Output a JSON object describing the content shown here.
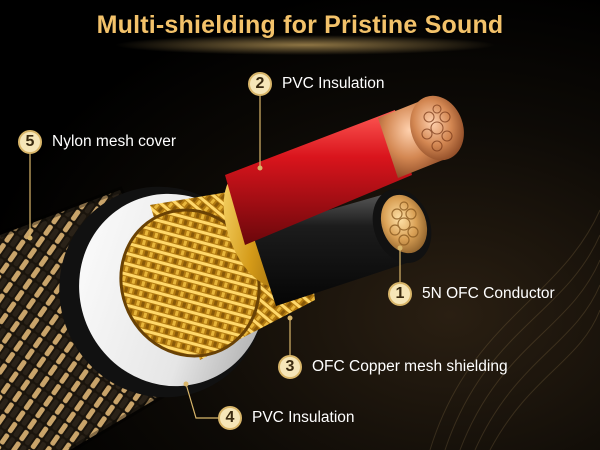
{
  "title": "Multi-shielding for Pristine Sound",
  "callouts": [
    {
      "number": "2",
      "label": "PVC Insulation"
    },
    {
      "number": "5",
      "label": "Nylon mesh cover"
    },
    {
      "number": "1",
      "label": "5N OFC Conductor"
    },
    {
      "number": "3",
      "label": "OFC Copper mesh shielding"
    },
    {
      "number": "4",
      "label": "PVC Insulation"
    }
  ],
  "colors": {
    "title": "#f3c26a",
    "badge_fill": "#f6e6b8",
    "label_text": "#ffffff",
    "red_insulation": "#c8141c",
    "black_insulation": "#1a1a1a",
    "copper": "#c9794a",
    "gold_shield": "#d4a020",
    "white_jacket": "#f2f2f2"
  }
}
